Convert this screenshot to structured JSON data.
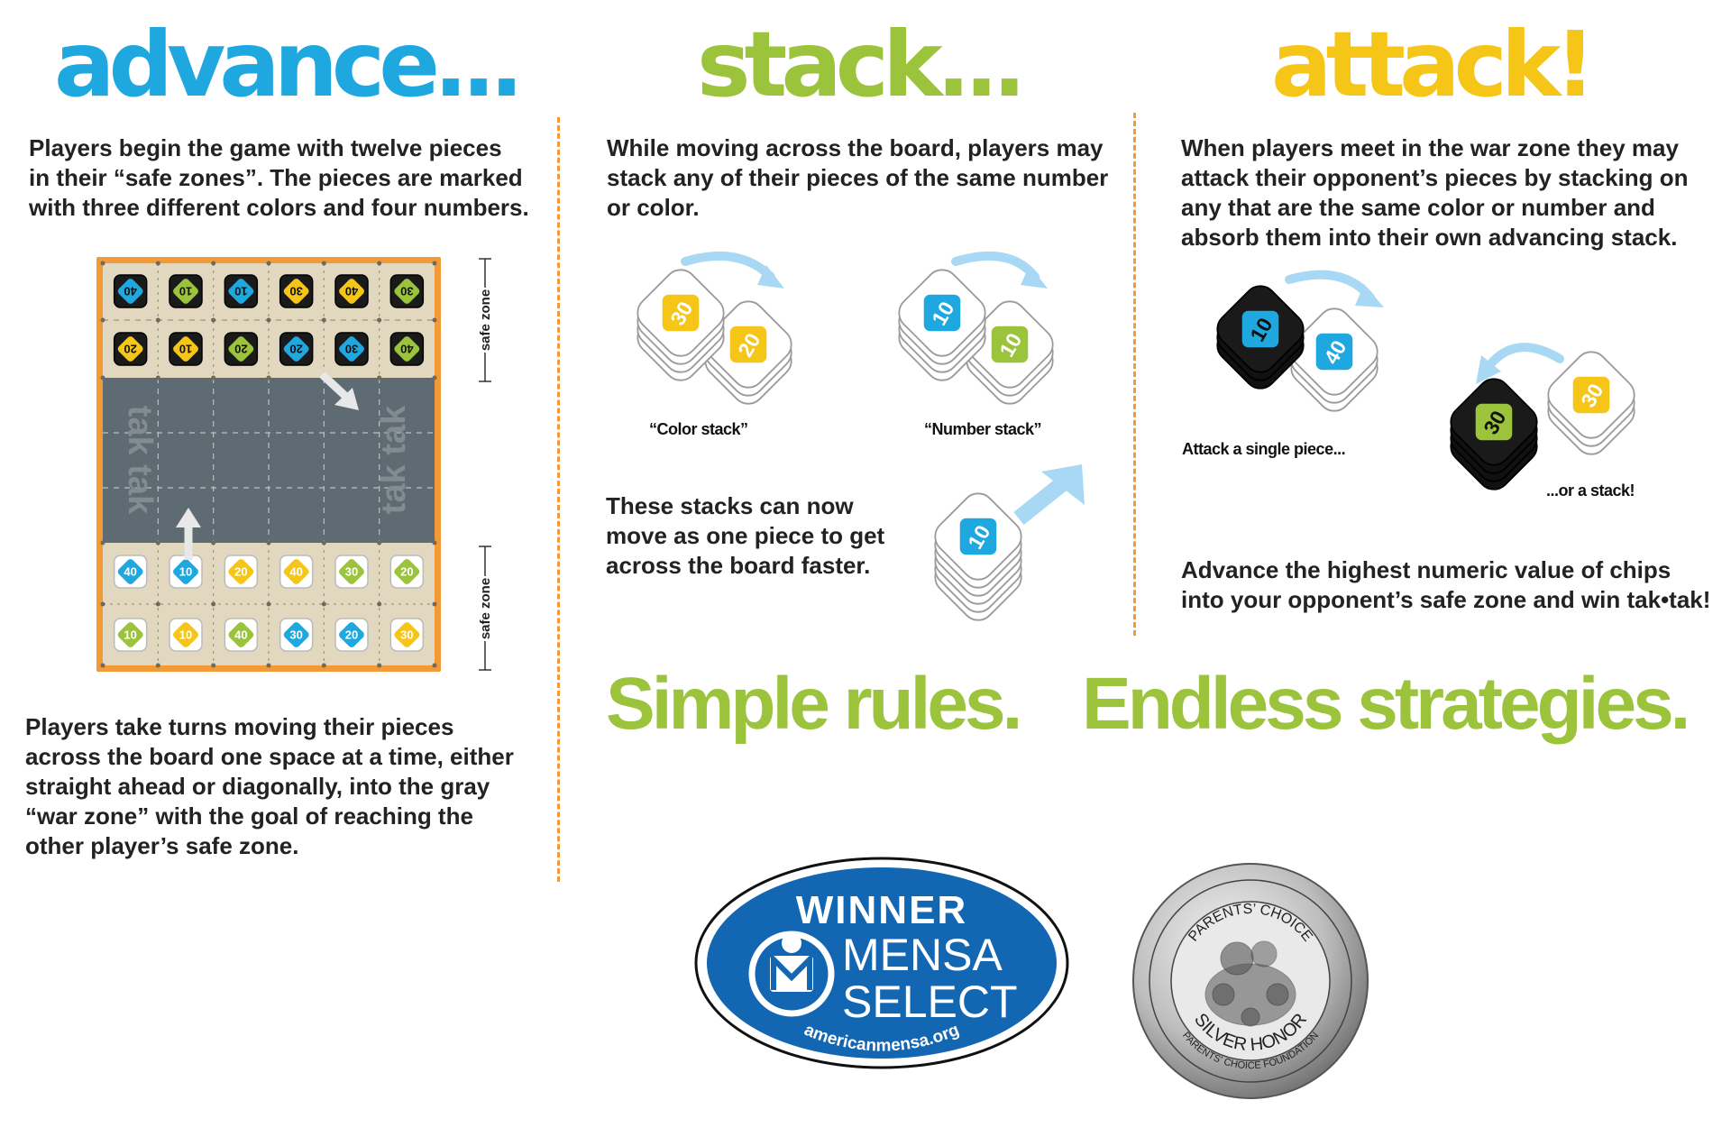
{
  "colors": {
    "blue": "#1fa8e0",
    "green": "#9bc33c",
    "yellow": "#f5c518",
    "orange": "#f29a38",
    "war_zone": "#5f6b72",
    "safe_zone": "#e2d8bf",
    "black": "#1a1a1a"
  },
  "advance": {
    "heading": "advance...",
    "intro_lines": [
      "Players begin the game with twelve pieces",
      "in their “safe zones”. The pieces are marked",
      "with three different colors and four numbers."
    ],
    "body_lines": [
      "Players take turns moving their pieces",
      "across the board one space at a time, either",
      "straight ahead or diagonally, into the gray",
      "“war zone” with the goal of reaching the",
      "other player’s safe zone."
    ],
    "board": {
      "safe_zone_label": "safe zone",
      "logo_text": "tak tak",
      "top_rows": [
        [
          {
            "n": "40",
            "c": "blue"
          },
          {
            "n": "10",
            "c": "green"
          },
          {
            "n": "10",
            "c": "blue"
          },
          {
            "n": "30",
            "c": "yellow"
          },
          {
            "n": "40",
            "c": "yellow"
          },
          {
            "n": "30",
            "c": "green"
          }
        ],
        [
          {
            "n": "20",
            "c": "yellow"
          },
          {
            "n": "10",
            "c": "yellow"
          },
          {
            "n": "20",
            "c": "green"
          },
          {
            "n": "20",
            "c": "blue"
          },
          {
            "n": "30",
            "c": "blue"
          },
          {
            "n": "40",
            "c": "green"
          }
        ]
      ],
      "bottom_rows": [
        [
          {
            "n": "40",
            "c": "blue"
          },
          {
            "n": "10",
            "c": "blue"
          },
          {
            "n": "20",
            "c": "yellow"
          },
          {
            "n": "40",
            "c": "yellow"
          },
          {
            "n": "30",
            "c": "green"
          },
          {
            "n": "20",
            "c": "green"
          }
        ],
        [
          {
            "n": "10",
            "c": "green"
          },
          {
            "n": "10",
            "c": "yellow"
          },
          {
            "n": "40",
            "c": "green"
          },
          {
            "n": "30",
            "c": "blue"
          },
          {
            "n": "20",
            "c": "blue"
          },
          {
            "n": "30",
            "c": "yellow"
          }
        ]
      ]
    }
  },
  "stack": {
    "heading": "stack...",
    "intro_lines": [
      "While moving across the board, players may",
      "stack any of their pieces of the same number",
      "or color."
    ],
    "color_stack": {
      "caption": "“Color stack”",
      "top": {
        "n": "30",
        "c": "yellow"
      },
      "bottom": {
        "n": "20",
        "c": "yellow"
      }
    },
    "number_stack": {
      "caption": "“Number stack”",
      "top": {
        "n": "10",
        "c": "blue"
      },
      "bottom": {
        "n": "10",
        "c": "green"
      }
    },
    "move_lines": [
      "These stacks can now",
      "move as one piece to get",
      "across the board faster."
    ],
    "moving_chip": {
      "n": "10",
      "c": "blue"
    }
  },
  "attack": {
    "heading": "attack!",
    "intro_lines": [
      "When players meet in the war zone they may",
      "attack their opponent’s pieces by stacking on",
      "any that are the same color or number and",
      "absorb them into their own advancing stack."
    ],
    "single": {
      "caption": "Attack a single piece...",
      "attacker": {
        "n": "10",
        "c": "blue"
      },
      "target": {
        "n": "40",
        "c": "blue"
      }
    },
    "stack": {
      "caption": "...or a stack!",
      "attacker": {
        "n": "30",
        "c": "green"
      },
      "target": {
        "n": "30",
        "c": "yellow"
      }
    },
    "win_lines": [
      "Advance the highest numeric value of chips",
      "into your opponent’s safe zone and win tak•tak!"
    ]
  },
  "taglines": [
    "Simple rules.",
    "Endless strategies."
  ],
  "mensa": {
    "winner": "WINNER",
    "line1": "MENSA",
    "line2": "SELECT",
    "url": "americanmensa.org"
  },
  "parents_choice": {
    "top": "PARENTS’ CHOICE",
    "honor": "SILVER HONOR",
    "foundation": "PARENTS’ CHOICE FOUNDATION"
  }
}
